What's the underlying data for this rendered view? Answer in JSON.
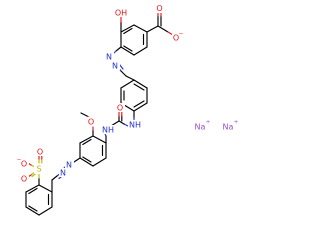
{
  "colors": {
    "oxygen": "#e8141c",
    "nitrogen": "#2330d4",
    "sulfur": "#c9b400",
    "sodium": "#9a4fd1",
    "bond": "#000000"
  },
  "atom_labels": {
    "oh": "OH",
    "carboxylate_o": "O",
    "carbonyl_o_acid": "O",
    "azo_n1": "N",
    "azo_n2": "N",
    "nh_right": "NH",
    "urea_o": "O",
    "nh_left": "NH",
    "methoxy_o": "O",
    "azo_n3": "N",
    "azo_n4": "N",
    "sulfonate_s": "S",
    "sulfonate_o1": "O",
    "sulfonate_o2": "O",
    "sulfonate_o3": "O",
    "na1": "Na",
    "na2": "Na"
  },
  "charges": {
    "carboxylate": "−",
    "sulfonate": "−",
    "na1": "+",
    "na2": "+"
  }
}
